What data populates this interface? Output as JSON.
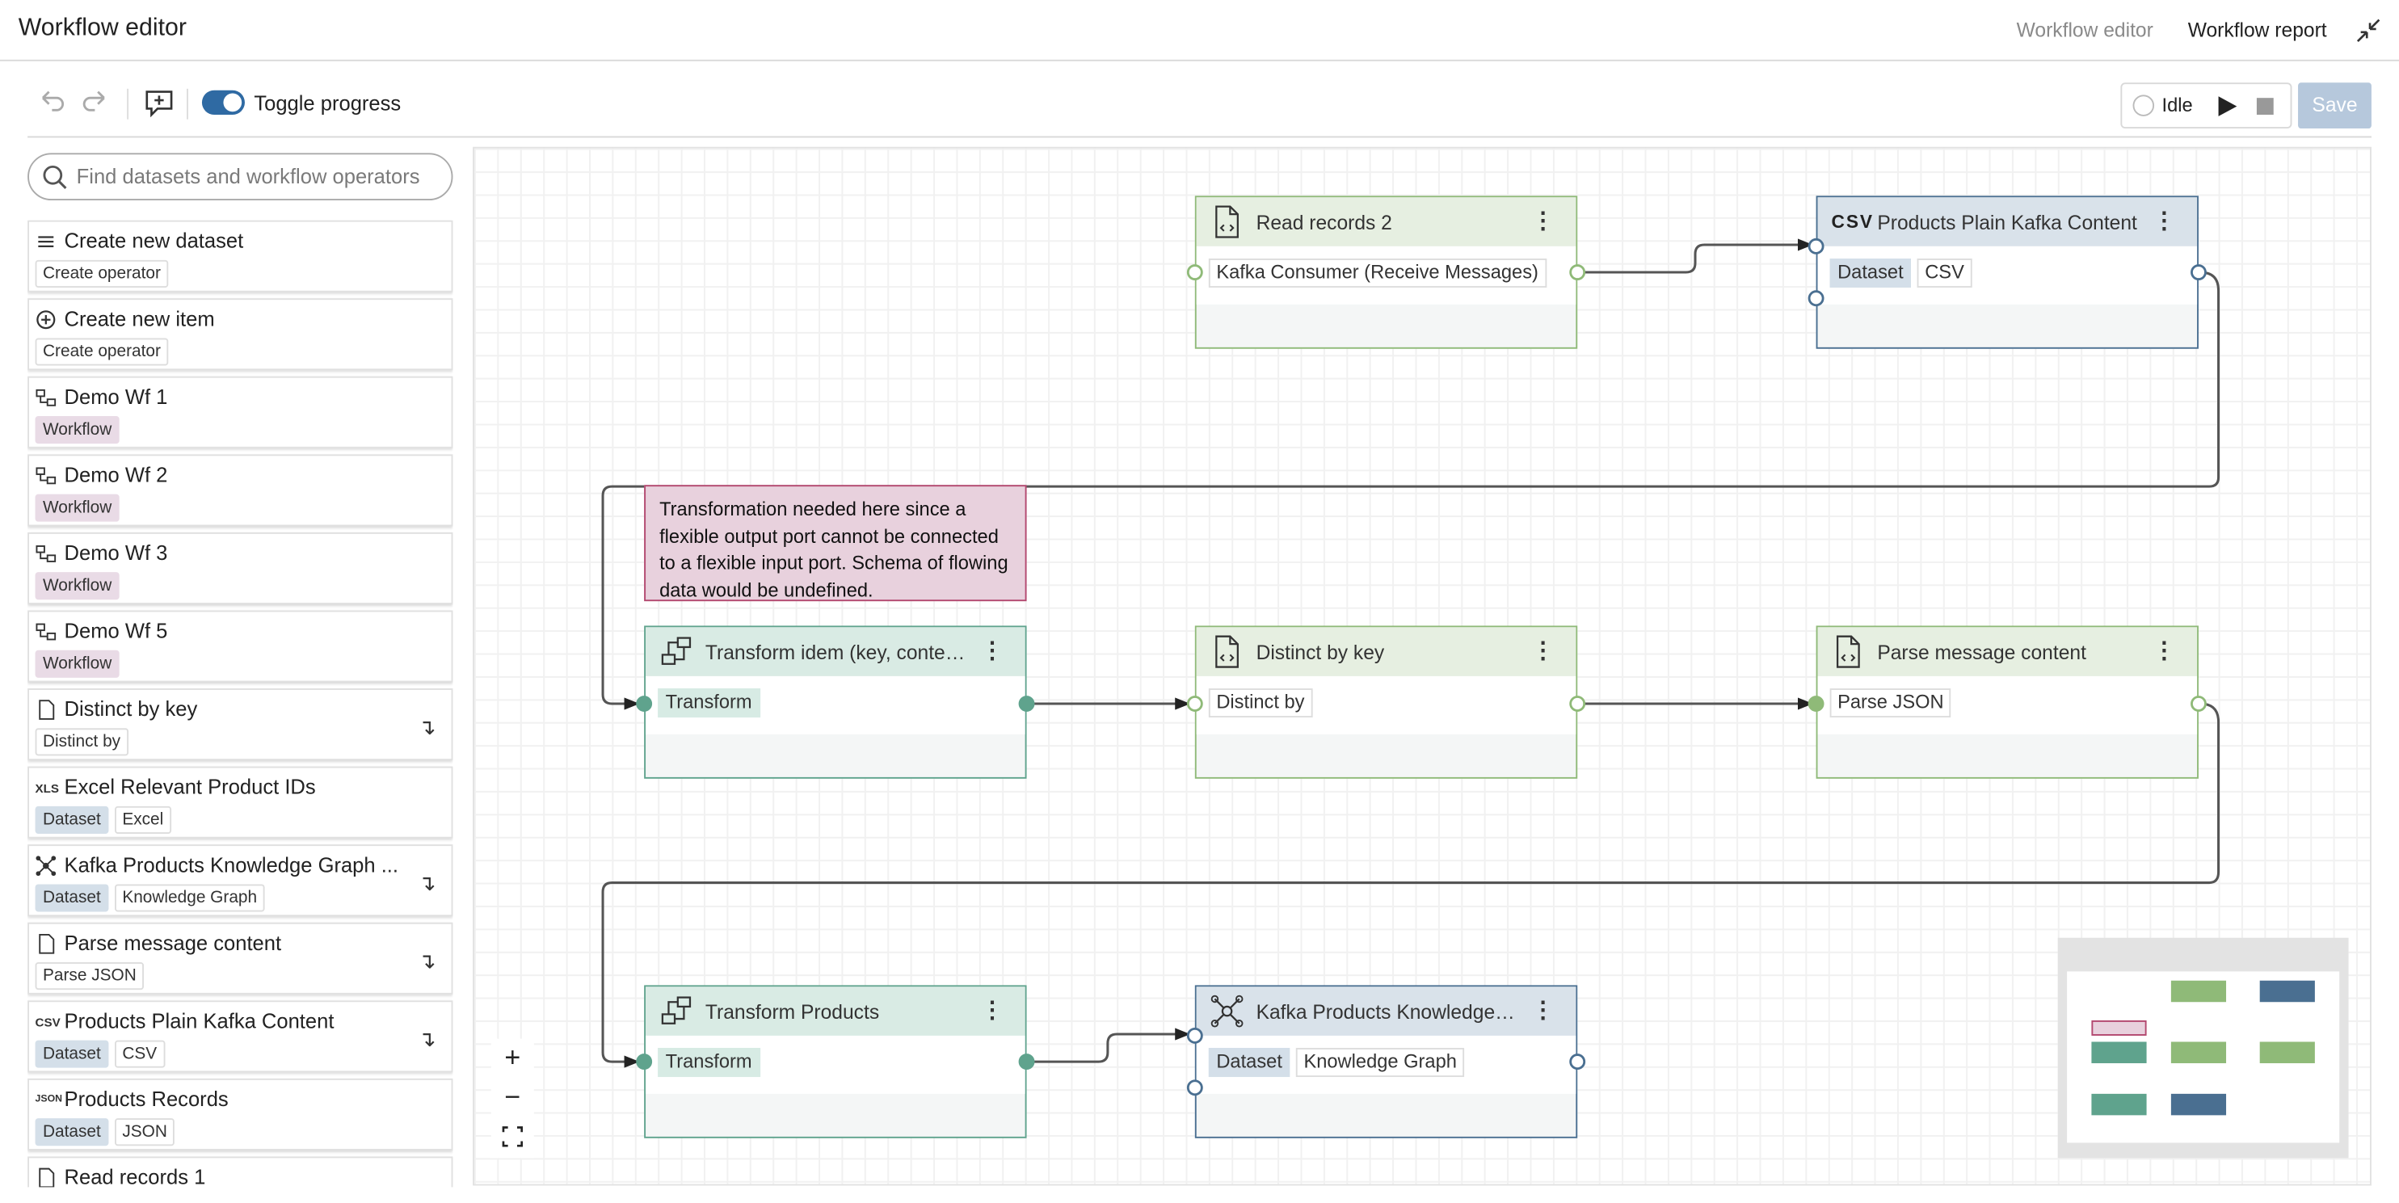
{
  "header": {
    "title": "Workflow editor",
    "nav_editor": "Workflow editor",
    "nav_report": "Workflow report"
  },
  "toolbar": {
    "toggle_label": "Toggle progress",
    "status": "Idle",
    "save_label": "Save"
  },
  "search": {
    "placeholder": "Find datasets and workflow operators"
  },
  "sidebar": {
    "items": [
      {
        "title": "Create new dataset",
        "icon": "list-icon",
        "tags": [
          "Create operator"
        ]
      },
      {
        "title": "Create new item",
        "icon": "plus-circle-icon",
        "tags": [
          "Create operator"
        ]
      },
      {
        "title": "Demo Wf 1",
        "icon": "workflow-icon",
        "tags": [
          "Workflow"
        ]
      },
      {
        "title": "Demo Wf 2",
        "icon": "workflow-icon",
        "tags": [
          "Workflow"
        ]
      },
      {
        "title": "Demo Wf 3",
        "icon": "workflow-icon",
        "tags": [
          "Workflow"
        ]
      },
      {
        "title": "Demo Wf 5",
        "icon": "workflow-icon",
        "tags": [
          "Workflow"
        ]
      },
      {
        "title": "Distinct by key",
        "icon": "file-code-icon",
        "tags": [
          "Distinct by"
        ],
        "action": "↴"
      },
      {
        "title": "Excel Relevant Product IDs",
        "icon": "xls-icon",
        "tags": [
          "Dataset",
          "Excel"
        ]
      },
      {
        "title": "Kafka Products Knowledge Graph ...",
        "icon": "graph-icon",
        "tags": [
          "Dataset",
          "Knowledge Graph"
        ],
        "action": "↴"
      },
      {
        "title": "Parse message content",
        "icon": "file-code-icon",
        "tags": [
          "Parse JSON"
        ],
        "action": "↴"
      },
      {
        "title": "Products Plain Kafka Content",
        "icon": "csv-icon",
        "tags": [
          "Dataset",
          "CSV"
        ],
        "action": "↴"
      },
      {
        "title": "Products Records",
        "icon": "json-icon",
        "tags": [
          "Dataset",
          "JSON"
        ]
      },
      {
        "title": "Read records 1",
        "icon": "file-code-icon",
        "tags": []
      }
    ]
  },
  "nodes": {
    "read_records": {
      "title": "Read records 2",
      "tags": [
        "Kafka Consumer (Receive Messages)"
      ]
    },
    "products_plain": {
      "title": "Products Plain Kafka Content",
      "tags": [
        "Dataset",
        "CSV"
      ]
    },
    "transform_idem": {
      "title": "Transform idem (key, content)",
      "tags": [
        "Transform"
      ]
    },
    "distinct": {
      "title": "Distinct by key",
      "tags": [
        "Distinct by"
      ]
    },
    "parse": {
      "title": "Parse message content",
      "tags": [
        "Parse JSON"
      ]
    },
    "transform_products": {
      "title": "Transform Products",
      "tags": [
        "Transform"
      ]
    },
    "kafka_kg": {
      "title": "Kafka Products Knowledge ...",
      "tags": [
        "Dataset",
        "Knowledge Graph"
      ]
    }
  },
  "note": {
    "text": "Transformation needed here since a flexible output port cannot be connected to a flexible input port. Schema of flowing data would be undefined."
  },
  "icons": {
    "xls": "XLS",
    "csv": "CSV",
    "json": "JSON",
    "menu": "⋮",
    "zoom_in": "+",
    "zoom_out": "−"
  },
  "colors": {
    "dataset_border": "#4a6f91",
    "operator_border": "#8fba78",
    "transform_border": "#5fa38d",
    "note_border": "#b3486f",
    "toggle_on": "#2f6aa3"
  }
}
